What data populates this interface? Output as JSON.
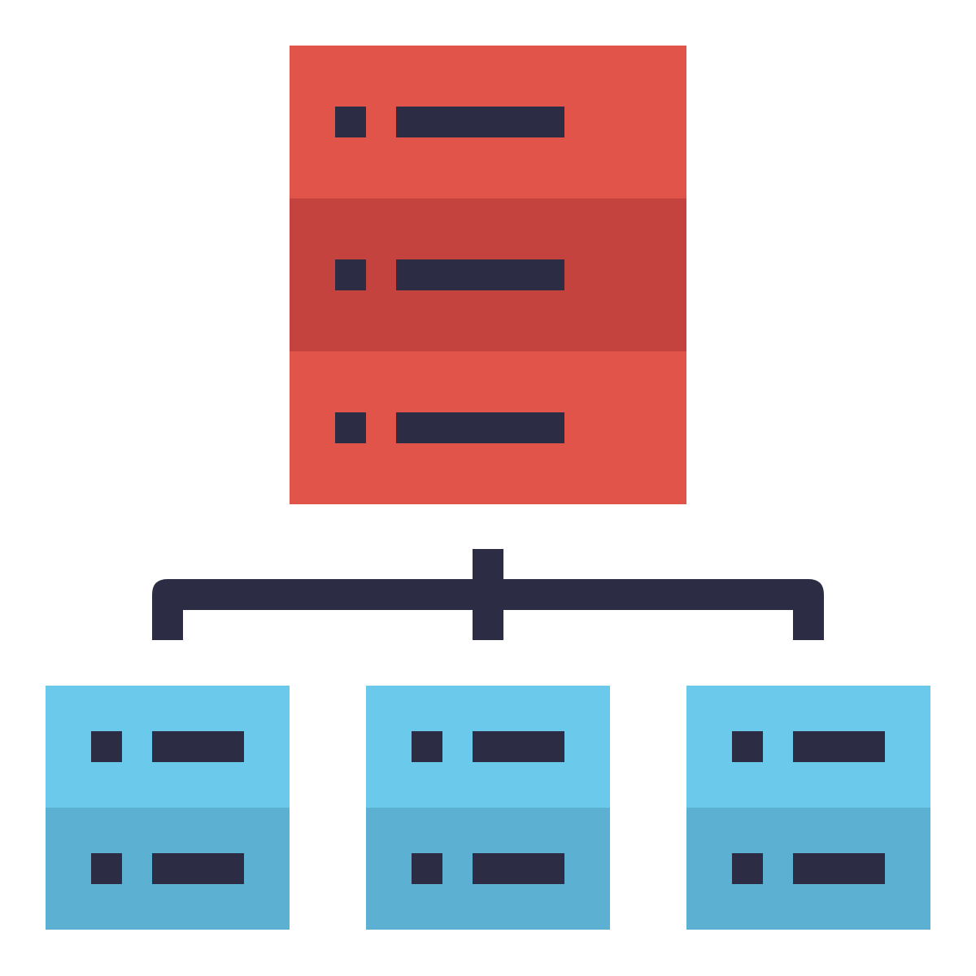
{
  "icon": "server-hierarchy-icon",
  "colors": {
    "main_light": "#E0544A",
    "main_dark": "#C4433F",
    "child_light": "#6BCAEC",
    "child_dark": "#5CB0D1",
    "ink": "#2C2D45",
    "background": "#FFFFFF"
  },
  "main_server": {
    "name": "main-server",
    "units": [
      {
        "name": "main-server-unit-1",
        "shade": "light"
      },
      {
        "name": "main-server-unit-2",
        "shade": "dark"
      },
      {
        "name": "main-server-unit-3",
        "shade": "light"
      }
    ]
  },
  "child_servers": [
    {
      "name": "child-server-left",
      "units": [
        {
          "shade": "light"
        },
        {
          "shade": "dark"
        }
      ]
    },
    {
      "name": "child-server-center",
      "units": [
        {
          "shade": "light"
        },
        {
          "shade": "dark"
        }
      ]
    },
    {
      "name": "child-server-right",
      "units": [
        {
          "shade": "light"
        },
        {
          "shade": "dark"
        }
      ]
    }
  ]
}
